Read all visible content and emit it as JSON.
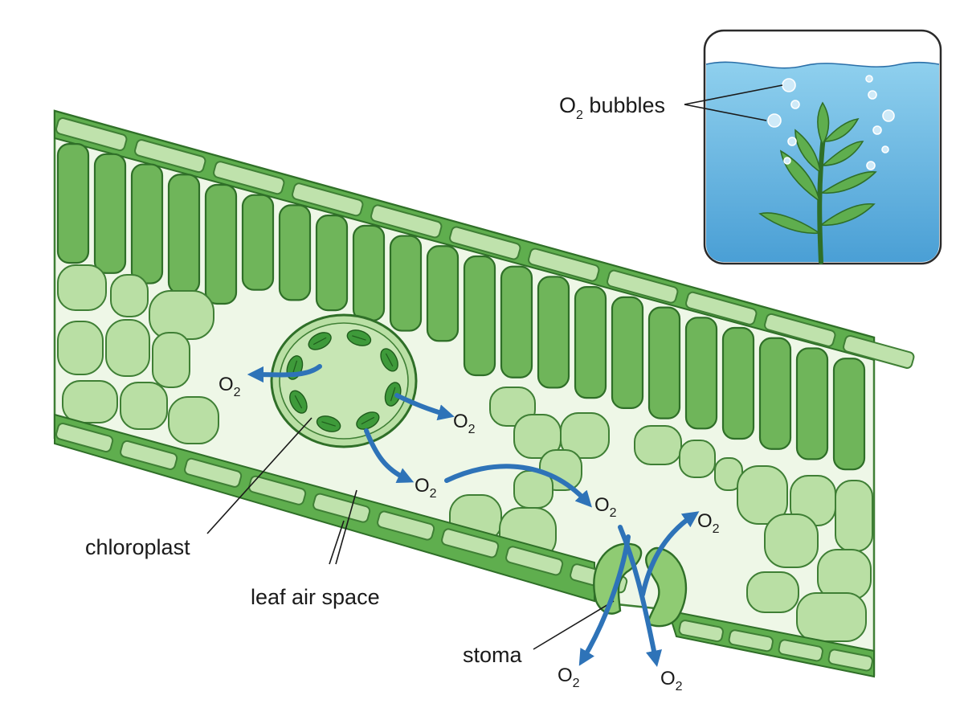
{
  "labels": {
    "chloroplast": "chloroplast",
    "leaf_air_space": "leaf air space",
    "stoma": "stoma",
    "o2_bubbles_main": "O",
    "o2_bubbles_sub": "2",
    "o2_bubbles_suffix": " bubbles",
    "o2_main": "O",
    "o2_sub": "2"
  },
  "colors": {
    "leaf_outer": "#5fae4e",
    "palisade": "#6fb55a",
    "spongy": "#b9dfa4",
    "air_space": "#eef7e7",
    "arrow": "#2e73b8",
    "water_top": "#8fd0ee",
    "water_bottom": "#4a9fd5"
  },
  "icons": {
    "arrow": "oxygen-diffusion-arrow",
    "plant": "aquatic-plant-icon",
    "bubble": "oxygen-bubble-icon"
  }
}
